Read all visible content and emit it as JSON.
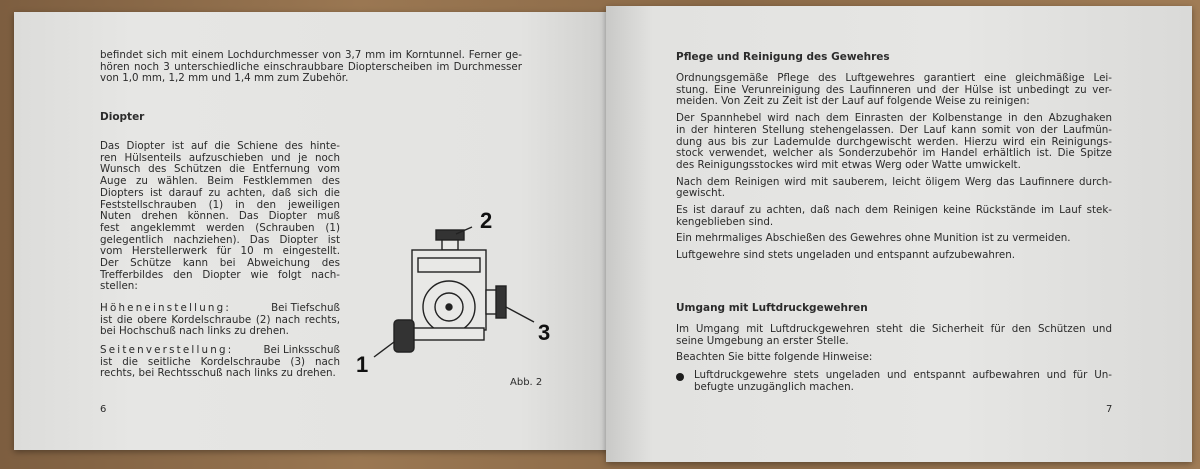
{
  "left_page": {
    "intro": [
      "befindet sich mit einem Lochdurchmesser von 3,7 mm im Korntunnel. Ferner ge-",
      "hören noch 3 unterschiedliche einschraubbare Diopterscheiben im Durchmesser",
      "von 1,0 mm, 1,2 mm und 1,4 mm zum Zubehör."
    ],
    "heading": "Diopter",
    "paragraph": [
      "Das Diopter ist auf die Schiene des hinte-",
      "ren Hülsenteils aufzuschieben und je noch",
      "Wunsch des Schützen die Entfernung vom",
      "Auge zu wählen. Beim Festklemmen des",
      "Diopters ist darauf zu achten, daß sich die",
      "Feststellschrauben (1) in den jeweiligen",
      "Nuten drehen können. Das Diopter muß",
      "fest angeklemmt werden (Schrauben (1)",
      "gelegentlich nachziehen). Das Diopter ist",
      "vom Herstellerwerk für 10 m eingestellt.",
      "Der Schütze kann bei Abweichung des",
      "Trefferbildes den Diopter wie folgt nach-",
      "stellen:"
    ],
    "hoehe_label": "Höheneinstellung:",
    "hoehe": [
      " Bei Tiefschuß",
      "ist die obere Kordelschraube (2) nach rechts,",
      "bei Hochschuß nach links zu drehen."
    ],
    "seite_label": "Seitenverstellung:",
    "seite": [
      " Bei Linksschuß",
      "ist die seitliche Kordelschraube (3) nach",
      "rechts, bei Rechtsschuß nach links zu drehen."
    ],
    "figure": {
      "labels": [
        "1",
        "2",
        "3"
      ],
      "caption": "Abb. 2"
    },
    "page_number": "6"
  },
  "right_page": {
    "heading1": "Pflege und Reinigung des Gewehres",
    "p1": [
      "Ordnungsgemäße Pflege des Luftgewehres garantiert eine gleichmäßige Lei-",
      "stung. Eine Verunreinigung des Laufinneren und der Hülse ist unbedingt zu ver-",
      "meiden. Von Zeit zu Zeit ist der Lauf auf folgende Weise zu reinigen:"
    ],
    "p2": [
      "Der Spannhebel wird nach dem Einrasten der Kolbenstange in den Abzughaken",
      "in der hinteren Stellung stehengelassen. Der Lauf kann somit von der Laufmün-",
      "dung aus bis zur Lademulde durchgewischt werden. Hierzu wird ein Reinigungs-",
      "stock verwendet, welcher als Sonderzubehör im Handel erhältlich ist. Die Spitze",
      "des Reinigungsstockes wird mit etwas Werg oder Watte umwickelt."
    ],
    "p3": [
      "Nach dem Reinigen wird mit sauberem, leicht öligem Werg das Laufinnere durch-",
      "gewischt."
    ],
    "p4": [
      "Es ist darauf zu achten, daß nach dem Reinigen keine Rückstände im Lauf stek-",
      "kengeblieben sind."
    ],
    "p5": [
      "Ein mehrmaliges Abschießen des Gewehres ohne Munition ist zu vermeiden."
    ],
    "p6": [
      "Luftgewehre sind stets ungeladen und entspannt aufzubewahren."
    ],
    "heading2": "Umgang mit Luftdruckgewehren",
    "p7": [
      "Im Umgang mit Luftdruckgewehren steht die Sicherheit für den Schützen und",
      "seine Umgebung an erster Stelle."
    ],
    "p8": [
      "Beachten Sie bitte folgende Hinweise:"
    ],
    "bullet1": [
      "Luftdruckgewehre stets ungeladen und entspannt aufbewahren und für Un-",
      "befugte unzugänglich machen."
    ],
    "page_number": "7"
  }
}
